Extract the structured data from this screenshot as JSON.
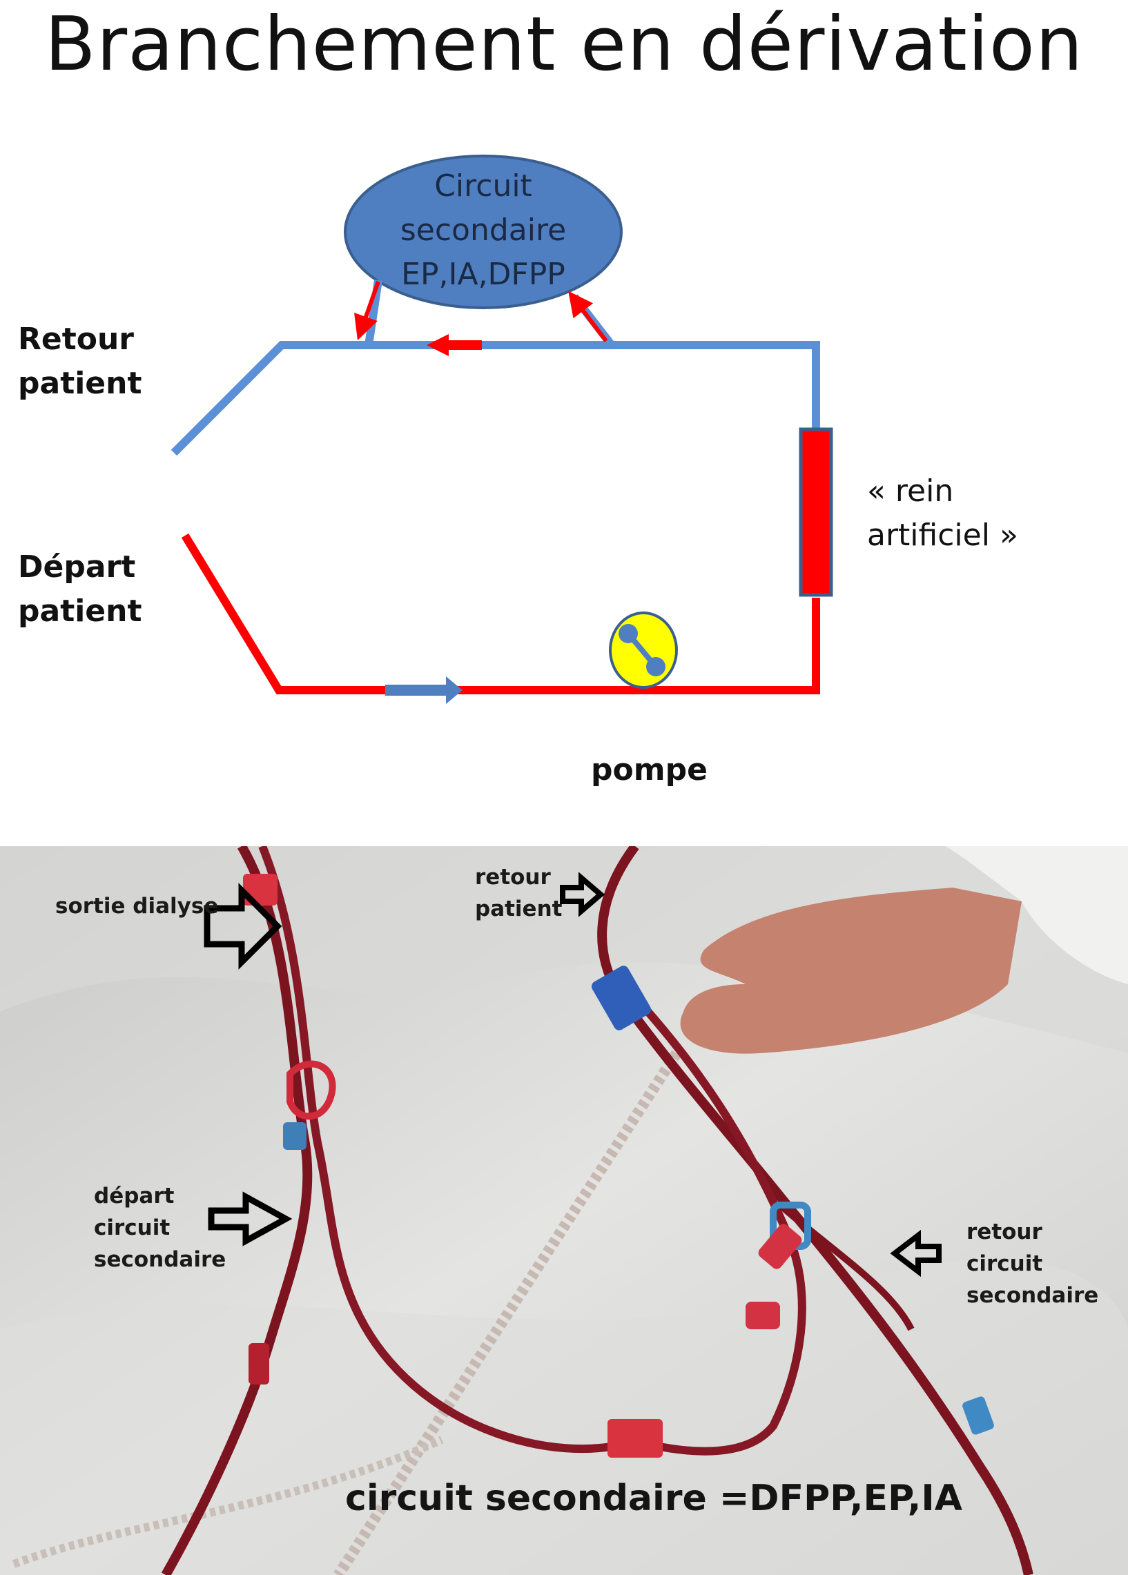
{
  "title": "Branchement en dérivation",
  "diagram": {
    "ellipse_lines": [
      "Circuit",
      "secondaire",
      "EP,IA,DFPP"
    ],
    "retour_patient": [
      "Retour",
      "patient"
    ],
    "depart_patient": [
      "Départ",
      "patient"
    ],
    "rein_artificiel": [
      "« rein",
      "artificiel »"
    ],
    "pompe": "pompe",
    "colors": {
      "blue_line": "#5b8fd6",
      "red_line": "#ff0000",
      "ellipse_fill": "#4f7ec1",
      "pump_fill": "#ffff00"
    }
  },
  "photo": {
    "sortie_dialyse": "sortie dialyse",
    "retour_patient": [
      "retour",
      "patient"
    ],
    "depart_circuit": [
      "départ",
      "circuit",
      "secondaire"
    ],
    "retour_circuit": [
      "retour",
      "circuit",
      "secondaire"
    ],
    "caption": "circuit secondaire =DFPP,EP,IA"
  }
}
